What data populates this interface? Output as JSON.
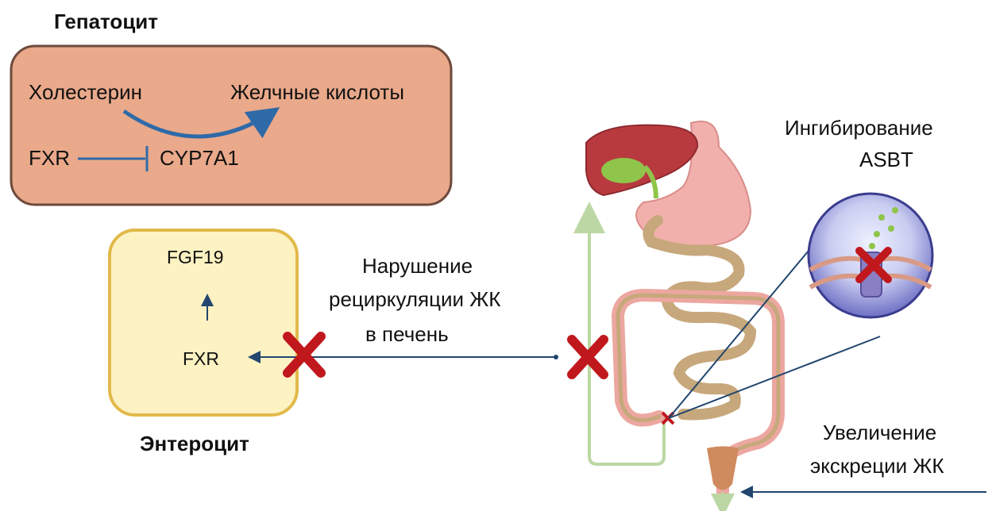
{
  "hepatocyte": {
    "title": "Гепатоцит",
    "source": "Холестерин",
    "product": "Желчные кислоты",
    "receptor": "FXR",
    "enzyme": "CYP7A1"
  },
  "enterocyte": {
    "title": "Энтероцит",
    "product": "FGF19",
    "receptor": "FXR"
  },
  "recirculation_label": [
    "Нарушение",
    "рециркуляции ЖК",
    "в печень"
  ],
  "inhibition_label": [
    "Ингибирование",
    "ASBT"
  ],
  "excretion_label": [
    "Увеличение",
    "экскреции ЖК"
  ],
  "colors": {
    "hepatocyte_fill": "#e9a98a",
    "hepatocyte_border": "#6e4a3c",
    "enterocyte_fill": "#fdf2c2",
    "enterocyte_border": "#e2b94a",
    "arrow_blue": "#2f6aa8",
    "line_dark": "#22466e",
    "cross_red": "#c0181d",
    "green_path": "#bcd7a3",
    "liver": "#b83a3f",
    "stomach": "#f2b0ad",
    "bowel_tan": "#c7a87c"
  }
}
